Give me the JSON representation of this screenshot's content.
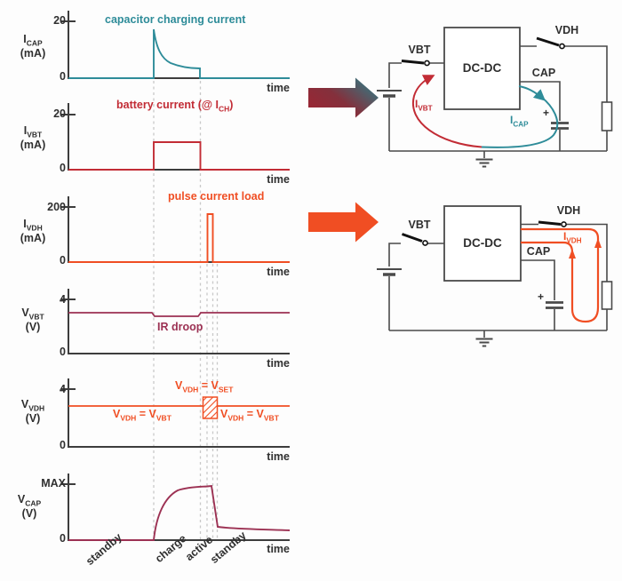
{
  "colors": {
    "teal": "#2e8c99",
    "red": "#c22c35",
    "orange": "#f04e23",
    "maroon": "#9c3153",
    "axis": "#3d3d3d",
    "wire": "#4a4a4a",
    "dashed_guide": "#c9c9c9",
    "arrow_gradient": [
      "#9c2533",
      "#2e7d87"
    ]
  },
  "plots": [
    {
      "y_base": "I",
      "y_sub": "CAP",
      "y_unit": "(mA)",
      "tick": "20",
      "zero": "0",
      "time": "time",
      "annotation": "capacitor charging current"
    },
    {
      "y_base": "I",
      "y_sub": "VBT",
      "y_unit": "(mA)",
      "tick": "20",
      "zero": "0",
      "time": "time",
      "annotation_pre": "battery current (@ I",
      "annotation_sub": "CH",
      "annotation_post": ")"
    },
    {
      "y_base": "I",
      "y_sub": "VDH",
      "y_unit": "(mA)",
      "tick": "200",
      "zero": "0",
      "time": "time",
      "annotation": "pulse current load"
    },
    {
      "y_base": "V",
      "y_sub": "VBT",
      "y_unit": "(V)",
      "tick": "4",
      "zero": "0",
      "time": "time",
      "annotation": "IR droop"
    },
    {
      "y_base": "V",
      "y_sub": "VDH",
      "y_unit": "(V)",
      "tick": "4",
      "zero": "0",
      "time": "time",
      "label_set": {
        "b1": "V",
        "s1": "VDH",
        "eq": " = V",
        "s2": "SET"
      },
      "label_left": {
        "b1": "V",
        "s1": "VDH",
        "eq": " = V",
        "s2": "VBT"
      },
      "label_right": {
        "b1": "V",
        "s1": "VDH",
        "eq": " = V",
        "s2": "VBT"
      }
    },
    {
      "y_base": "V",
      "y_sub": "CAP",
      "y_unit": "(V)",
      "tick": "MAX",
      "zero": "0",
      "time": "time"
    }
  ],
  "phases": [
    "standby",
    "charge",
    "active",
    "standby"
  ],
  "circuits": {
    "charging": {
      "box": "DC-DC",
      "vbt": "VBT",
      "vdh": "VDH",
      "cap": "CAP",
      "plus": "+",
      "vbt_switch": "closed",
      "vdh_switch": "open",
      "i_vbt": {
        "base": "I",
        "sub": "VBT"
      },
      "i_cap": {
        "base": "I",
        "sub": "CAP"
      }
    },
    "active": {
      "box": "DC-DC",
      "vbt": "VBT",
      "vdh": "VDH",
      "cap": "CAP",
      "plus": "+",
      "vbt_switch": "open",
      "vdh_switch": "closed",
      "i_vdh": {
        "base": "I",
        "sub": "VDH"
      }
    }
  },
  "chart_data": [
    {
      "type": "line",
      "title": "capacitor charging current",
      "ylabel": "I_CAP (mA)",
      "yticks": [
        0,
        20
      ],
      "x_unit": "time (phases: standby 0-0.39, charge 0.39-0.60, active 0.60-0.67, standby 0.67-1)",
      "points": [
        [
          0,
          0
        ],
        [
          0.39,
          0
        ],
        [
          0.39,
          17
        ],
        [
          0.48,
          7
        ],
        [
          0.6,
          3.5
        ],
        [
          0.6,
          0
        ],
        [
          1,
          0
        ]
      ]
    },
    {
      "type": "line",
      "title": "battery current (@ I_CH)",
      "ylabel": "I_VBT (mA)",
      "yticks": [
        0,
        20
      ],
      "points": [
        [
          0,
          0
        ],
        [
          0.39,
          0
        ],
        [
          0.39,
          10
        ],
        [
          0.6,
          10
        ],
        [
          0.6,
          0
        ],
        [
          1,
          0
        ]
      ]
    },
    {
      "type": "line",
      "title": "pulse current load",
      "ylabel": "I_VDH (mA)",
      "yticks": [
        0,
        200
      ],
      "points": [
        [
          0,
          0
        ],
        [
          0.63,
          0
        ],
        [
          0.63,
          180
        ],
        [
          0.655,
          180
        ],
        [
          0.655,
          0
        ],
        [
          1,
          0
        ]
      ]
    },
    {
      "type": "line",
      "title": "IR droop",
      "ylabel": "V_VBT (V)",
      "yticks": [
        0,
        4
      ],
      "points": [
        [
          0,
          3.0
        ],
        [
          0.39,
          3.0
        ],
        [
          0.39,
          2.75
        ],
        [
          0.6,
          2.75
        ],
        [
          0.6,
          3.0
        ],
        [
          1,
          3.0
        ]
      ]
    },
    {
      "type": "line",
      "title": "V_VDH = V_VBT except V_VDH = V_SET during active window",
      "ylabel": "V_VDH (V)",
      "yticks": [
        0,
        4
      ],
      "points": [
        [
          0,
          2.8
        ],
        [
          1,
          2.8
        ]
      ],
      "hatched_region": {
        "x": [
          0.61,
          0.67
        ],
        "y": [
          2.0,
          3.45
        ]
      }
    },
    {
      "type": "line",
      "title": "V_CAP",
      "ylabel": "V_CAP (V)",
      "yticks": [
        "0",
        "MAX"
      ],
      "points": [
        [
          0,
          0
        ],
        [
          0.39,
          0
        ],
        [
          0.6,
          0.97
        ],
        [
          0.65,
          1.0
        ],
        [
          0.68,
          0.24
        ],
        [
          1,
          0.17
        ]
      ],
      "y_unit": "fraction of MAX"
    }
  ]
}
